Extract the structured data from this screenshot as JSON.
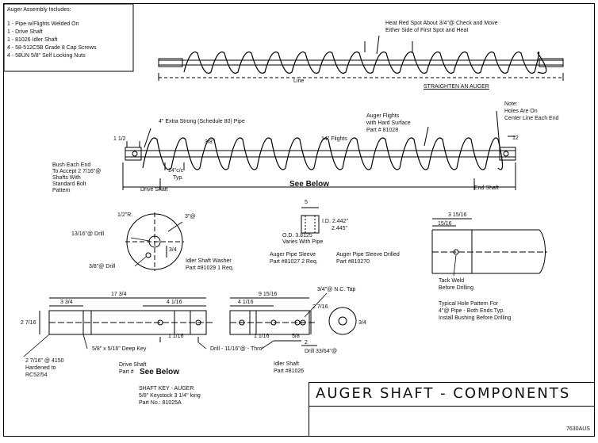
{
  "includes": {
    "heading": "Auger Assembly Includes:",
    "items": [
      "1 - Pipe w/Flights Welded On",
      "1 - Drive Shaft",
      "1 - 81026 Idler Shaft",
      "4 - 58-512C5B Grade 8 Cap Screws",
      "4 - 58ÜN 5/8\" Self Locking Nuts"
    ]
  },
  "top_view": {
    "note_line1": "Heat Red Spot About 3/4\"@ Check and Move",
    "note_line2": "Either Side of First Spot and Heat",
    "line_label": "Line",
    "straighten_label": "STRAIGHTEN AN AUGER"
  },
  "main_view": {
    "dim_1_1_2": "1 1/2",
    "pipe_label": "4\" Extra Strong (Schedule 80) Pipe",
    "dim_3_8": "3/8\"",
    "flights_label": "14\" Flights",
    "auger_flights_1": "Auger Flights",
    "auger_flights_2": "with Hard Surface",
    "auger_flights_3": "Part # 81028",
    "note_1": "Note:",
    "note_2": "Holes Are On",
    "note_3": "Center Line Each End",
    "dim_12": "12",
    "bush_1": "Bush Each End",
    "bush_2": "To Accept 2 7/16\"@",
    "bush_3": "Shafts With",
    "bush_4": "Standard Bolt",
    "bush_5": "Pattern",
    "pitch_1": "14\"c/c",
    "pitch_2": "Typ.",
    "drive_shaft": "Drive Shaft",
    "see_below": "See Below",
    "end_shaft": "End Shaft"
  },
  "washer": {
    "dim_1_2": "1/2\"R.",
    "dim_3dia": "3\"@",
    "drill_13": "13/16\"@ Drill",
    "dim_3_4": "3/4",
    "drill_3_8": "3/8\"@ Drill",
    "label_1": "Idler Shaft Washer",
    "label_2": "Part #81029 1 Req."
  },
  "sleeve": {
    "dim_5": "5",
    "id_1": "I.D. 2.442\"",
    "id_2": "2.445\"",
    "od": "O.D. 3.8125",
    "varies": "Varies With Pipe",
    "sleeve_1": "Auger Pipe Sleeve",
    "sleeve_2": "Part #81027 2 Req.",
    "drilled_1": "Auger Pipe Sleeve Drilled",
    "drilled_2": "Part #810270"
  },
  "hole_pattern": {
    "dim_a": "3 15/16",
    "dim_b": "15/16",
    "tack_1": "Tack Weld",
    "tack_2": "Before Drilling",
    "typ_1": "Typical Hole Pattern For",
    "typ_2": "4\"@ Pipe - Both Ends Typ.",
    "typ_3": "Install Bushing Before Drilling"
  },
  "drive_shaft": {
    "dim_17": "17 3/4",
    "dim_3_3_4": "3 3/4",
    "dim_4_1_16": "4 1/16",
    "dim_2_7_16": "2 7/16",
    "dim_1_1_16": "1 1/16",
    "key_label": "5/8\" x 5/16\" Deep Key",
    "mat_1": "2 7/16\" @ 4150",
    "mat_2": "Hardened to",
    "mat_3": "RC52/54",
    "label_1": "Drive Shaft",
    "label_2": "Part #",
    "see_below": "See Below"
  },
  "idler_shaft": {
    "dim_9": "9 15/16",
    "dim_4_1_16": "4 1/16",
    "dim_2_7_16": "2 7/16",
    "nc_tap": "3/4\"@ N.C. Tap",
    "dim_1_1_16": "1 1/16",
    "dim_5_8": "5/8",
    "dim_2": "2",
    "dim_3_4": "3/4",
    "drill_1": "Drill - 11/16\"@ - Thro'",
    "drill_2": "Drill 33/64\"@",
    "label_1": "Idler Shaft",
    "label_2": "Part #81026"
  },
  "shaft_key": {
    "line_1": "SHAFT KEY - AUGER",
    "line_2": "5/8\" Keystock 3 1/4\" long",
    "line_3": "Part No.: 81025A"
  },
  "title_block": {
    "title": "AUGER SHAFT - COMPONENTS",
    "drawing_no": "7630AUS"
  }
}
